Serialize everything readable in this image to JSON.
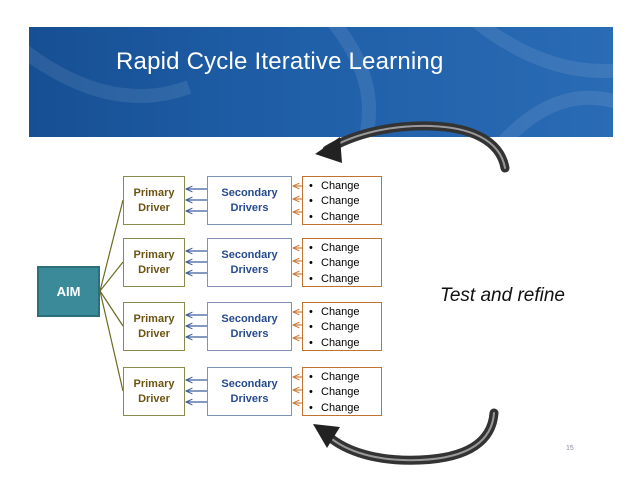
{
  "slide": {
    "title": "Rapid Cycle Iterative Learning",
    "page_number": "15"
  },
  "diagram": {
    "aim_label": "AIM",
    "rows": [
      {
        "primary": [
          "Primary",
          "Driver"
        ],
        "secondary": [
          "Secondary",
          "Drivers"
        ],
        "changes": [
          "Change",
          "Change",
          "Change"
        ]
      },
      {
        "primary": [
          "Primary",
          "Driver"
        ],
        "secondary": [
          "Secondary",
          "Drivers"
        ],
        "changes": [
          "Change",
          "Change",
          "Change"
        ]
      },
      {
        "primary": [
          "Primary",
          "Driver"
        ],
        "secondary": [
          "Secondary",
          "Drivers"
        ],
        "changes": [
          "Change",
          "Change",
          "Change"
        ]
      },
      {
        "primary": [
          "Primary",
          "Driver"
        ],
        "secondary": [
          "Secondary",
          "Drivers"
        ],
        "changes": [
          "Change",
          "Change",
          "Change"
        ]
      }
    ],
    "cycle_label": "Test and refine"
  },
  "colors": {
    "banner": "#1f5fa8",
    "aim_fill": "#3a8a99",
    "primary_text": "#6b5412",
    "secondary_text": "#264a8f",
    "change_border": "#c0722f",
    "arrow_orange": "#d07a3a",
    "arrow_blue": "#3e5d9c",
    "connector_olive": "#6b6b22"
  },
  "icons": {
    "cycle_arrow": "curved-arrow-icon"
  }
}
